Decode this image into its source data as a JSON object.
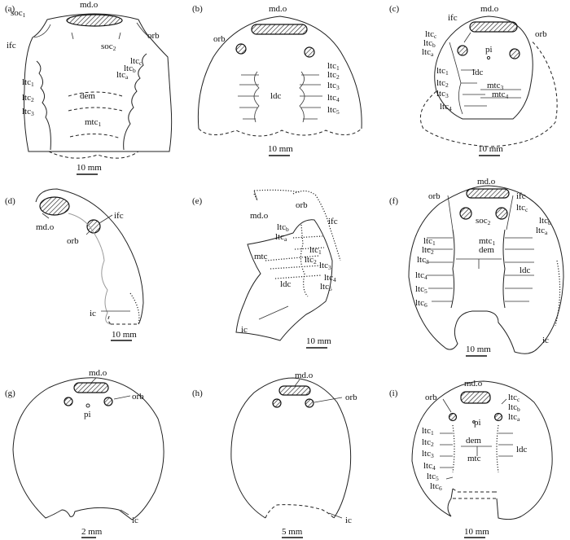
{
  "panels": [
    {
      "id": "a",
      "tag": "(a)",
      "scale": "10 mm",
      "labels": [
        "md.o",
        "soc1",
        "soc2",
        "orb",
        "ifc",
        "ltc1",
        "ltc2",
        "ltc3",
        "ltca",
        "ltcb",
        "ltcc",
        "dem",
        "mtc1"
      ]
    },
    {
      "id": "b",
      "tag": "(b)",
      "scale": "10 mm",
      "labels": [
        "md.o",
        "orb",
        "ltc1",
        "ltc2",
        "ltc3",
        "ltc4",
        "ltc5",
        "ldc"
      ]
    },
    {
      "id": "c",
      "tag": "(c)",
      "scale": "10 mm",
      "labels": [
        "md.o",
        "ifc",
        "orb",
        "pi",
        "ltcc",
        "ltcb",
        "ltca",
        "ltc1",
        "ltc2",
        "ltc3",
        "ltc4",
        "ldc",
        "mtc3",
        "mtc4"
      ]
    },
    {
      "id": "d",
      "tag": "(d)",
      "scale": "10 mm",
      "labels": [
        "md.o",
        "ifc",
        "orb",
        "ic"
      ]
    },
    {
      "id": "e",
      "tag": "(e)",
      "scale": "10 mm",
      "labels": [
        "orb",
        "md.o",
        "ifc",
        "ltcb",
        "ltca",
        "mtc",
        "ltc1",
        "ltc2",
        "ltc3",
        "ltc4",
        "ltc5",
        "ldc",
        "ic"
      ]
    },
    {
      "id": "f",
      "tag": "(f)",
      "scale": "10 mm",
      "labels": [
        "md.o",
        "orb",
        "ifc",
        "ltcc",
        "ltcb",
        "ltca",
        "soc2",
        "ltc1",
        "mtc1",
        "ltc2",
        "dem",
        "ltc3",
        "ldc",
        "ltc4",
        "ltc5",
        "ltc6",
        "ic"
      ]
    },
    {
      "id": "g",
      "tag": "(g)",
      "scale": "2 mm",
      "labels": [
        "md.o",
        "orb",
        "pi",
        "ic"
      ]
    },
    {
      "id": "h",
      "tag": "(h)",
      "scale": "5 mm",
      "labels": [
        "md.o",
        "orb",
        "ic"
      ]
    },
    {
      "id": "i",
      "tag": "(i)",
      "scale": "10 mm",
      "labels": [
        "md.o",
        "orb",
        "ltcc",
        "ltcb",
        "ltca",
        "pi",
        "ltc1",
        "ltc2",
        "dem",
        "ldc",
        "ltc3",
        "mtc",
        "ltc4",
        "ltc5",
        "ltc6"
      ]
    }
  ]
}
